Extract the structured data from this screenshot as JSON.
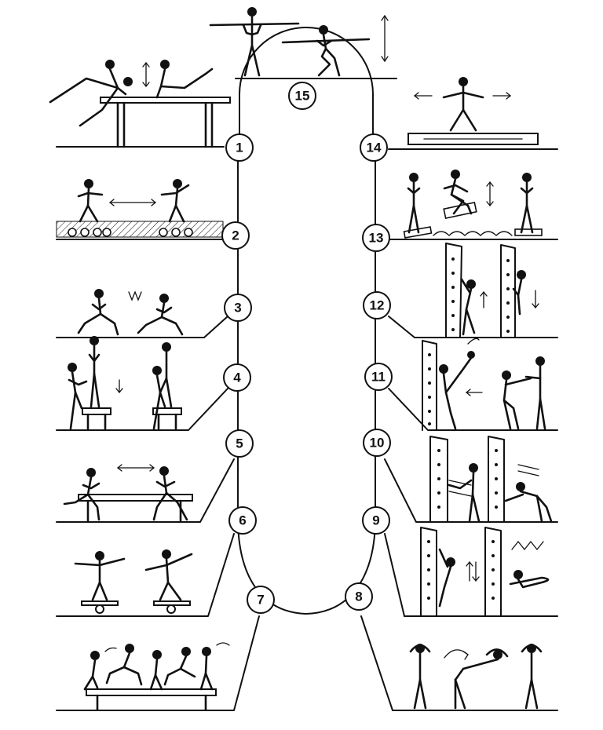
{
  "diagram": {
    "type": "circuit-training-stations",
    "stations": [
      {
        "number": "1",
        "label": "1",
        "exercise": "parallel-bars-leg-swing"
      },
      {
        "number": "2",
        "label": "2",
        "exercise": "roller-board-pushing"
      },
      {
        "number": "3",
        "label": "3",
        "exercise": "lunge-springing"
      },
      {
        "number": "4",
        "label": "4",
        "exercise": "step-ups-on-box"
      },
      {
        "number": "5",
        "label": "5",
        "exercise": "running-over-bench"
      },
      {
        "number": "6",
        "label": "6",
        "exercise": "balance-board-standing"
      },
      {
        "number": "7",
        "label": "7",
        "exercise": "jumping-over-bench"
      },
      {
        "number": "8",
        "label": "8",
        "exercise": "trunk-bending-hands-behind-head"
      },
      {
        "number": "9",
        "label": "9",
        "exercise": "wall-bars-hang-and-floor-lift"
      },
      {
        "number": "10",
        "label": "10",
        "exercise": "wall-bars-pulling"
      },
      {
        "number": "11",
        "label": "11",
        "exercise": "ball-throw-against-wall"
      },
      {
        "number": "12",
        "label": "12",
        "exercise": "wall-bars-climbing"
      },
      {
        "number": "13",
        "label": "13",
        "exercise": "jumping-on-mats"
      },
      {
        "number": "14",
        "label": "14",
        "exercise": "balance-beam-walking"
      },
      {
        "number": "15",
        "label": "15",
        "exercise": "squat-with-bar"
      }
    ],
    "colors": {
      "ink": "#111111",
      "background": "#ffffff"
    }
  }
}
